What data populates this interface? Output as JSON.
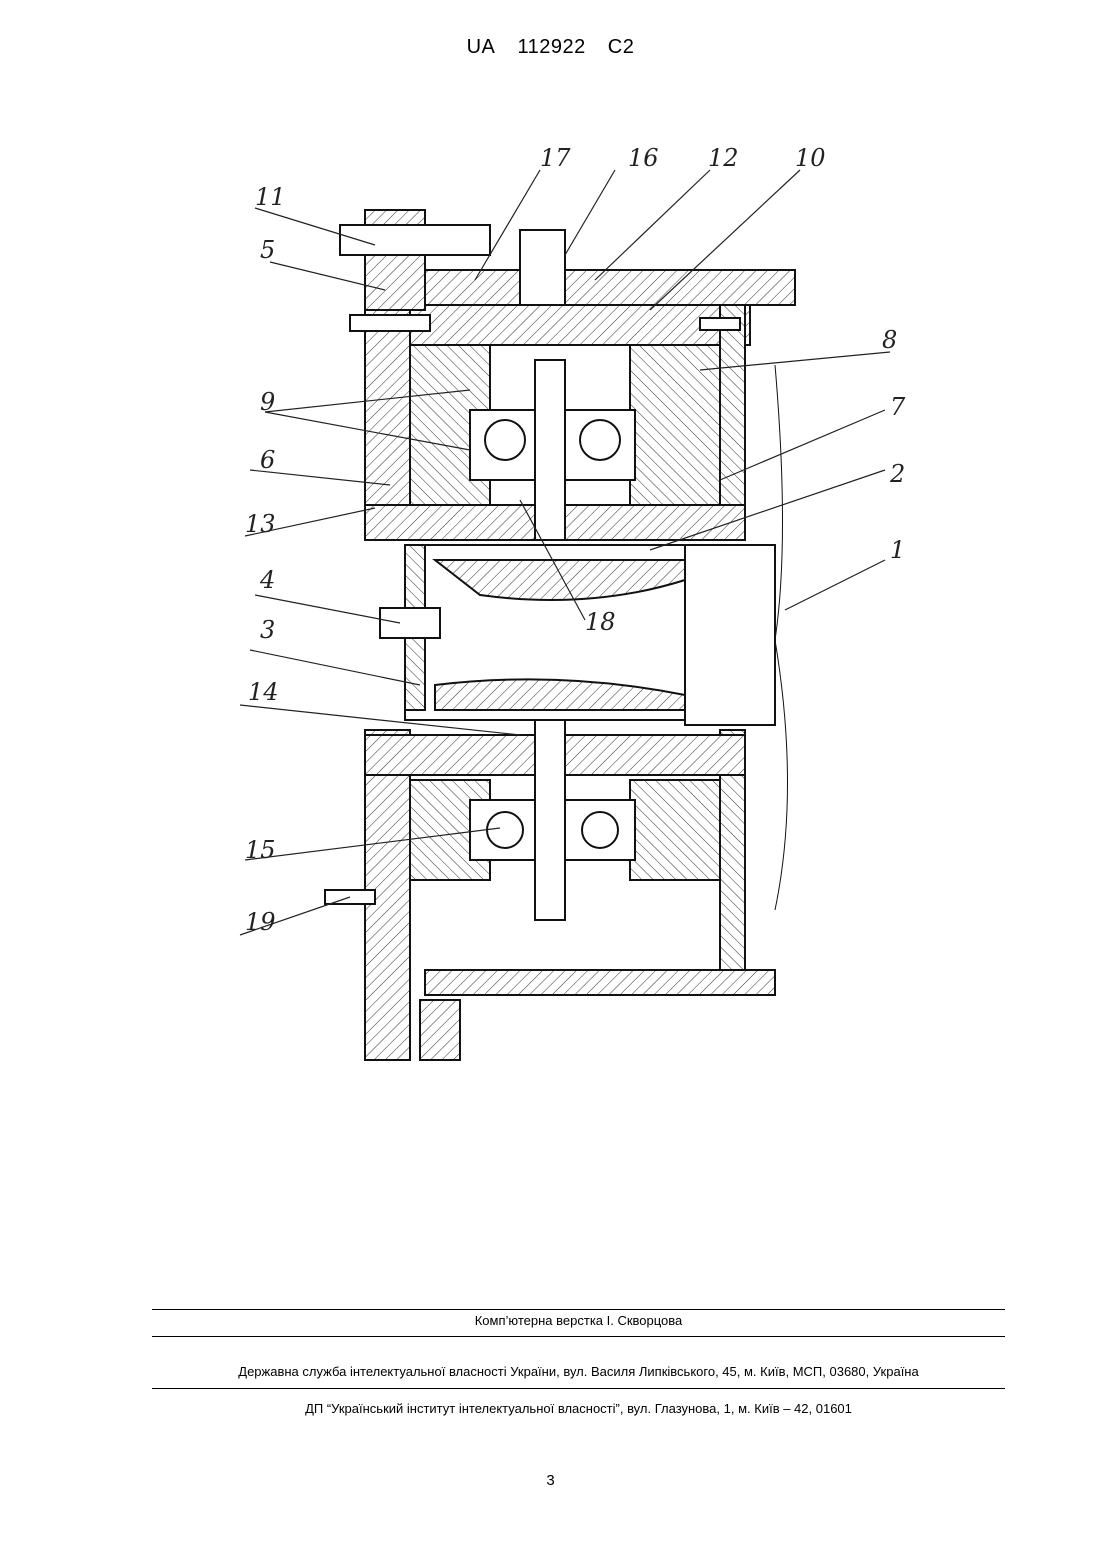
{
  "header": {
    "country": "UA",
    "patent_number": "112922",
    "kind_code": "C2"
  },
  "figure": {
    "labels": [
      "1",
      "2",
      "3",
      "4",
      "5",
      "6",
      "7",
      "8",
      "9",
      "10",
      "11",
      "12",
      "13",
      "14",
      "15",
      "16",
      "17",
      "18",
      "19"
    ]
  },
  "footer": {
    "layout_credit": "Комп’ютерна верстка І. Скворцова",
    "agency_address": "Державна служба інтелектуальної власності України, вул. Василя Липківського, 45, м. Київ, МСП, 03680, Україна",
    "institute_address": "ДП “Український інститут інтелектуальної власності”, вул. Глазунова, 1, м. Київ – 42, 01601"
  },
  "page_number": "3"
}
